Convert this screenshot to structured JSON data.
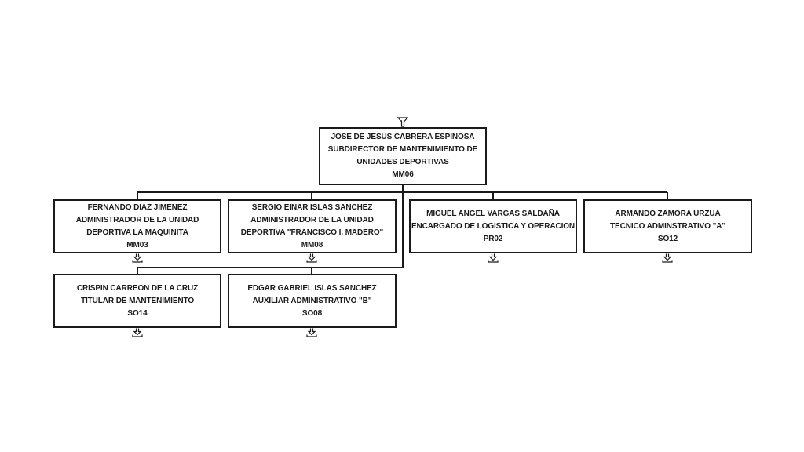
{
  "org_chart": {
    "root": {
      "lines": [
        "JOSE DE JESUS CABRERA ESPINOSA",
        "SUBDIRECTOR DE MANTENIMIENTO DE",
        "UNIDADES DEPORTIVAS",
        "MM06"
      ]
    },
    "children": [
      {
        "lines": [
          "FERNANDO DIAZ JIMENEZ",
          "ADMINISTRADOR DE LA UNIDAD",
          "DEPORTIVA LA MAQUINITA",
          "MM03"
        ]
      },
      {
        "lines": [
          "SERGIO EINAR ISLAS SANCHEZ",
          "ADMINISTRADOR DE LA UNIDAD",
          "DEPORTIVA \"FRANCISCO I. MADERO\"",
          "MM08"
        ]
      },
      {
        "lines": [
          "MIGUEL ANGEL VARGAS SALDAÑA",
          "ENCARGADO DE LOGISTICA Y OPERACION",
          "PR02"
        ]
      },
      {
        "lines": [
          "ARMANDO ZAMORA URZUA",
          "TECNICO ADMINSTRATIVO \"A\"",
          "SO12"
        ]
      },
      {
        "lines": [
          "CRISPIN CARREON DE LA CRUZ",
          "TITULAR DE MANTENIMIENTO",
          "SO14"
        ]
      },
      {
        "lines": [
          "EDGAR GABRIEL ISLAS SANCHEZ",
          "AUXILIAR ADMINISTRATIVO \"B\"",
          "SO08"
        ]
      }
    ],
    "line_color": "#1a1a1a",
    "box_border_color": "#1a1a1a",
    "collapse_icon": "expand-arrow-icon"
  }
}
